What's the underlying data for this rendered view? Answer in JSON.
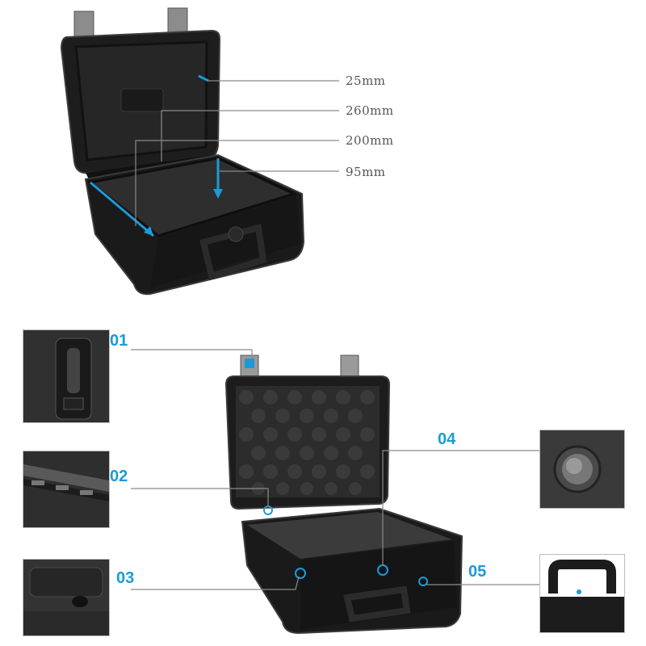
{
  "dimensions": [
    {
      "id": "lid-depth",
      "label": "25mm"
    },
    {
      "id": "length",
      "label": "260mm"
    },
    {
      "id": "width",
      "label": "200mm"
    },
    {
      "id": "base-depth",
      "label": "95mm"
    }
  ],
  "callouts": [
    {
      "id": "01",
      "label": "01"
    },
    {
      "id": "02",
      "label": "02"
    },
    {
      "id": "03",
      "label": "03"
    },
    {
      "id": "04",
      "label": "04"
    },
    {
      "id": "05",
      "label": "05"
    }
  ],
  "colors": {
    "accent": "#1a9bd7",
    "case": "#1e1e1e",
    "case_edge": "#3a3a3a",
    "leader": "#8a8a8a"
  }
}
